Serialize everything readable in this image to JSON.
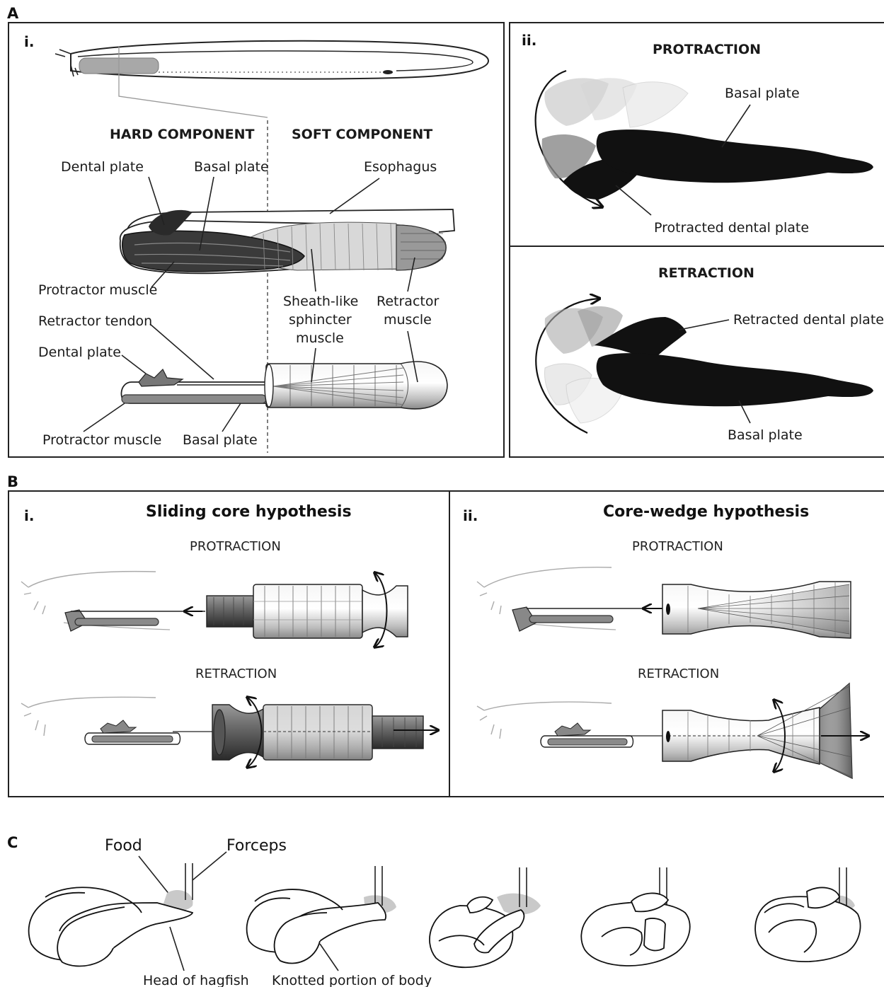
{
  "panels": {
    "A": "A",
    "B": "B",
    "C": "C",
    "Ai": "i.",
    "Aii": "ii.",
    "Bi": "i.",
    "Bii": "ii."
  },
  "panelA": {
    "hard_component": "HARD COMPONENT",
    "soft_component": "SOFT COMPONENT",
    "labels": {
      "dental_plate_top": "Dental plate",
      "basal_plate_top": "Basal plate",
      "esophagus": "Esophagus",
      "protractor_muscle_top": "Protractor muscle",
      "sheath_like": "Sheath-like",
      "sphincter": "sphincter",
      "muscle": "muscle",
      "retractor": "Retractor",
      "retractor_muscle2": "muscle",
      "retractor_tendon": "Retractor tendon",
      "dental_plate_bottom": "Dental plate",
      "protractor_muscle_bottom": "Protractor muscle",
      "basal_plate_bottom": "Basal plate"
    },
    "protraction": {
      "title": "PROTRACTION",
      "basal_plate": "Basal plate",
      "protracted_dental_plate": "Protracted dental plate"
    },
    "retraction": {
      "title": "RETRACTION",
      "retracted_dental_plate": "Retracted dental plate",
      "basal_plate": "Basal plate"
    }
  },
  "panelB": {
    "sliding": {
      "title": "Sliding core hypothesis",
      "protraction": "PROTRACTION",
      "retraction": "RETRACTION"
    },
    "wedge": {
      "title": "Core-wedge hypothesis",
      "protraction": "PROTRACTION",
      "retraction": "RETRACTION"
    }
  },
  "panelC": {
    "food": "Food",
    "forceps": "Forceps",
    "head": "Head of hagfish",
    "knotted": "Knotted portion of body"
  },
  "colors": {
    "dark": "#1c1c1c",
    "mid": "#7a7a7a",
    "light": "#c8c8c8",
    "food": "#c9c9c9"
  }
}
